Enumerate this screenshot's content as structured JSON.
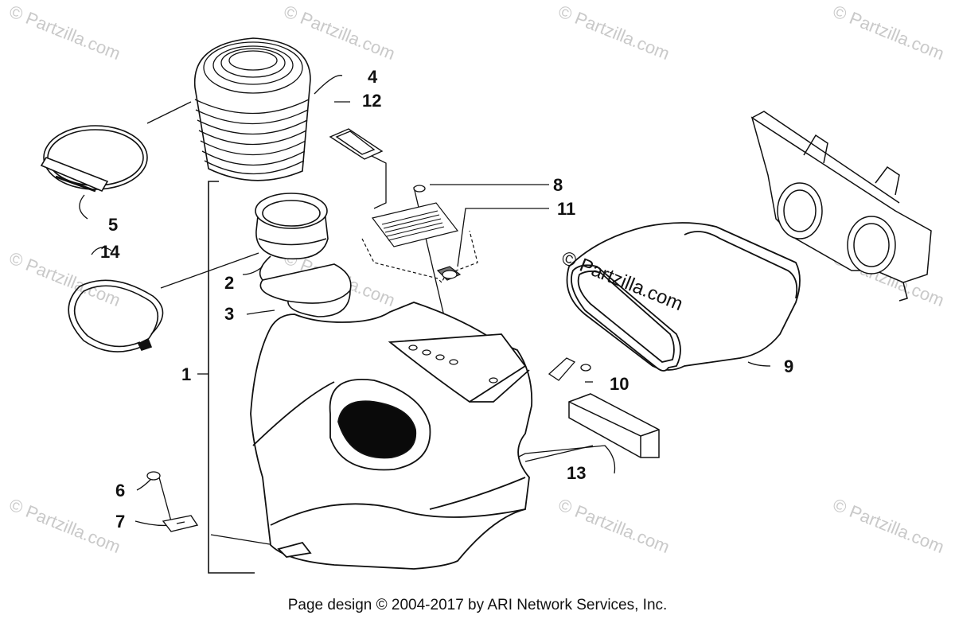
{
  "diagram": {
    "callouts": [
      {
        "id": "1",
        "label": "1"
      },
      {
        "id": "2",
        "label": "2"
      },
      {
        "id": "3",
        "label": "3"
      },
      {
        "id": "4",
        "label": "4"
      },
      {
        "id": "5",
        "label": "5"
      },
      {
        "id": "6",
        "label": "6"
      },
      {
        "id": "7",
        "label": "7"
      },
      {
        "id": "8",
        "label": "8"
      },
      {
        "id": "9",
        "label": "9"
      },
      {
        "id": "10",
        "label": "10"
      },
      {
        "id": "11",
        "label": "11"
      },
      {
        "id": "12",
        "label": "12"
      },
      {
        "id": "13",
        "label": "13"
      },
      {
        "id": "14",
        "label": "14"
      }
    ],
    "watermark": "© Partzilla.com",
    "center_watermark": "© Partzilla.com"
  },
  "footer": {
    "text": "Page design © 2004-2017 by ARI Network Services, Inc."
  }
}
